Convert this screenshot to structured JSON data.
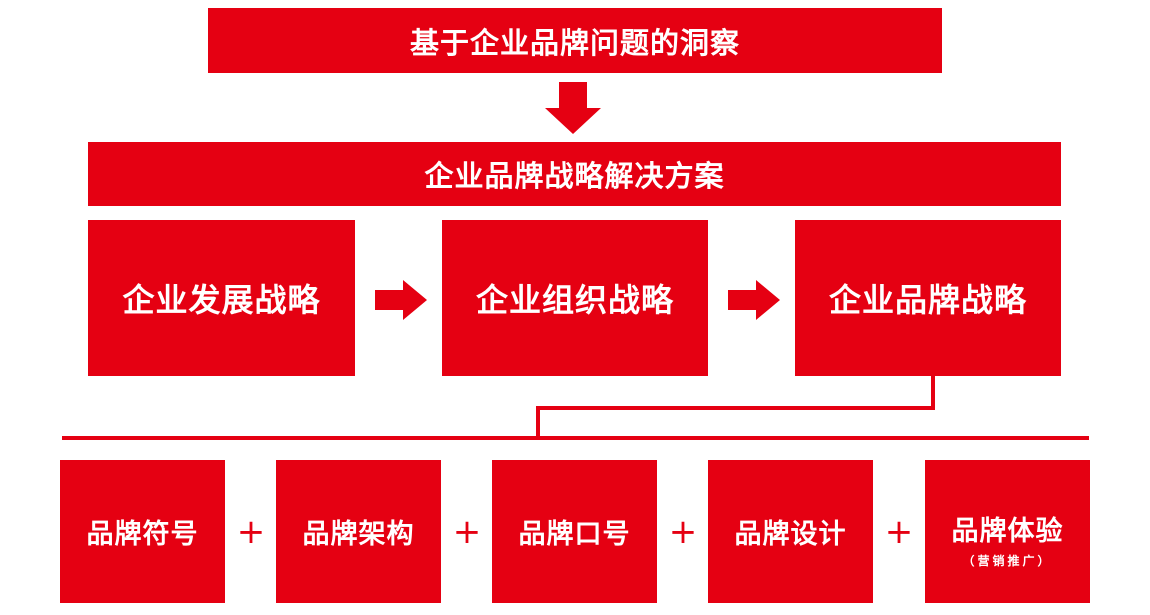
{
  "colors": {
    "brand_red": "#e50012",
    "background": "#ffffff",
    "text": "#ffffff"
  },
  "top": {
    "insight": "基于企业品牌问题的洞察",
    "solution": "企业品牌战略解决方案"
  },
  "strategies": [
    {
      "label": "企业发展战略"
    },
    {
      "label": "企业组织战略"
    },
    {
      "label": "企业品牌战略"
    }
  ],
  "elements": [
    {
      "label": "品牌符号",
      "sub": ""
    },
    {
      "label": "品牌架构",
      "sub": ""
    },
    {
      "label": "品牌口号",
      "sub": ""
    },
    {
      "label": "品牌设计",
      "sub": ""
    },
    {
      "label": "品牌体验",
      "sub": "（营销推广）"
    }
  ],
  "connector_symbol": "+"
}
